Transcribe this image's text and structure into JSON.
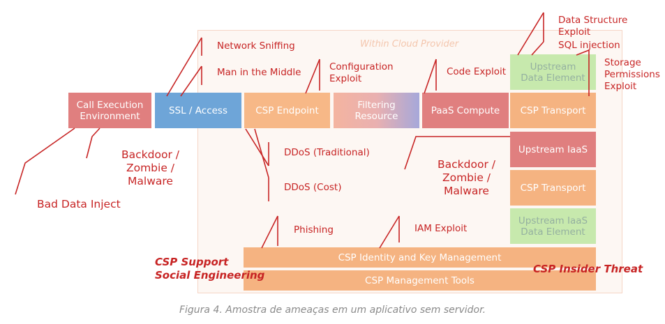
{
  "region": {
    "label": "Within Cloud Provider"
  },
  "boxes": {
    "call_exec": "Call Execution\nEnvironment",
    "ssl": "SSL / Access",
    "csp_endpoint": "CSP Endpoint",
    "filtering": "Filtering\nResource",
    "paas": "PaaS Compute",
    "csp_transport_1": "CSP Transport",
    "upstream_data": "Upstream\nData Element",
    "upstream_iaas": "Upstream IaaS",
    "csp_transport_2": "CSP Transport",
    "upstream_iaas_data": "Upstream IaaS\nData Element",
    "identity": "CSP Identity and Key Management",
    "mgmt_tools": "CSP Management Tools"
  },
  "threats": {
    "network_sniffing": "Network Sniffing",
    "mitm": "Man in the Middle",
    "config_exploit": "Configuration\nExploit",
    "code_exploit": "Code Exploit",
    "data_struct": "Data Structure\nExploit",
    "sql_injection": "SQL injection",
    "storage_perm": "Storage\nPermissions\nExploit",
    "backdoor_left": "Backdoor /\nZombie /\nMalware",
    "bad_data": "Bad Data Inject",
    "ddos_trad": "DDoS (Traditional)",
    "ddos_cost": "DDoS (Cost)",
    "backdoor_right": "Backdoor /\nZombie /\nMalware",
    "phishing": "Phishing",
    "iam_exploit": "IAM Exploit",
    "social_eng": "CSP Support\nSocial Engineering",
    "insider": "CSP Insider Threat"
  },
  "caption": "Figura 4. Amostra de ameaças em um aplicativo sem servidor."
}
